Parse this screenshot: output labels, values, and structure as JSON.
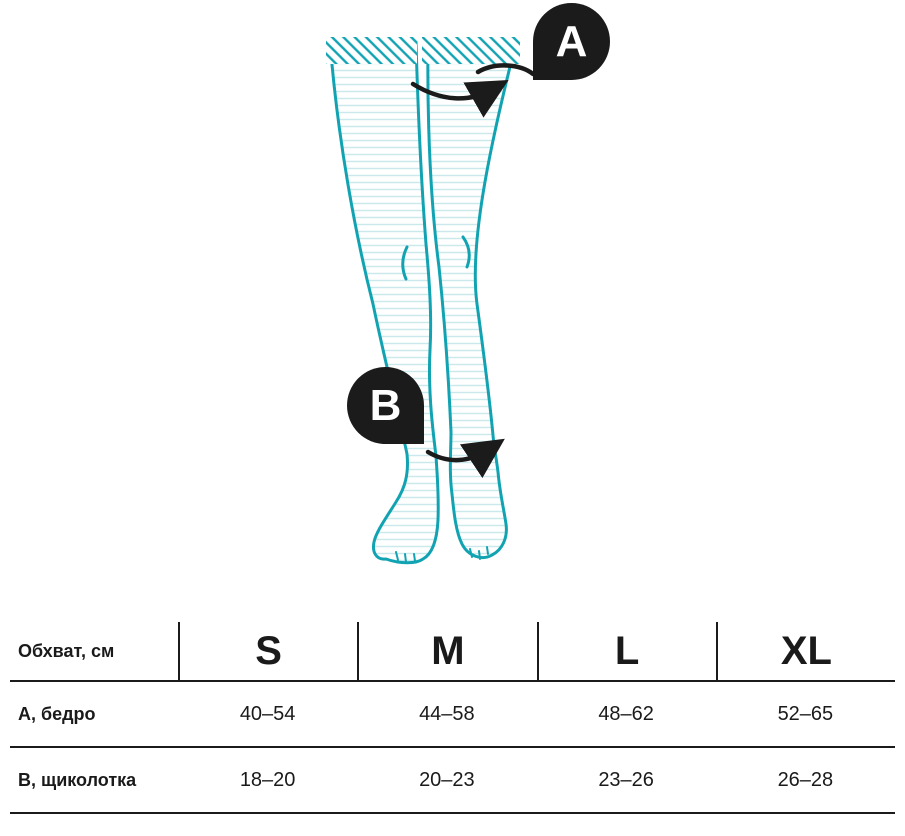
{
  "colors": {
    "teal": "#12A3B2",
    "stripe": "#CBE9ED",
    "black": "#1B1B1B"
  },
  "diagram": {
    "description": "legs-with-measurement-points",
    "marker_a_label": "A",
    "marker_b_label": "B"
  },
  "table": {
    "corner_label": "Обхват, см",
    "sizes": [
      "S",
      "M",
      "L",
      "XL"
    ],
    "rows": [
      {
        "label": "А, бедро",
        "values": [
          "40–54",
          "44–58",
          "48–62",
          "52–65"
        ]
      },
      {
        "label": "В, щиколотка",
        "values": [
          "18–20",
          "20–23",
          "23–26",
          "26–28"
        ]
      }
    ]
  }
}
